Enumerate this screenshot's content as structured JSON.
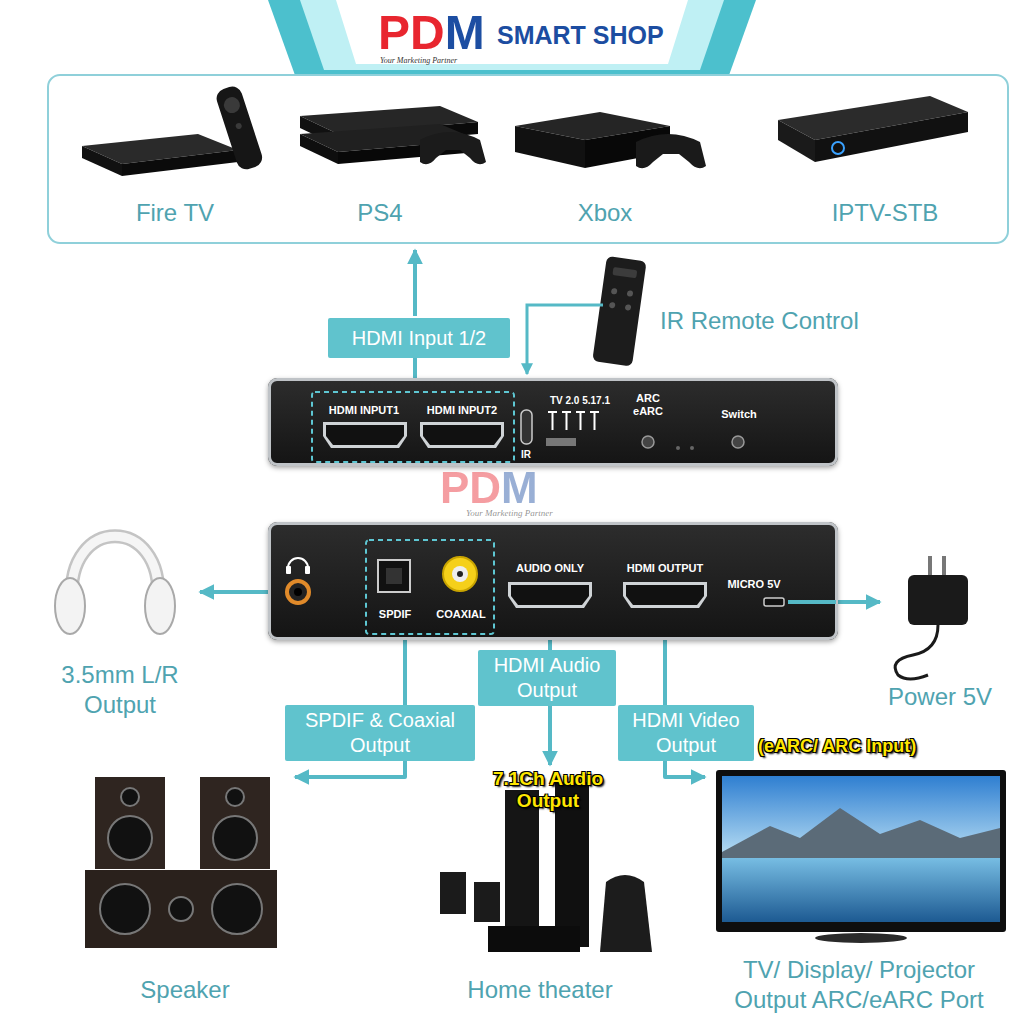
{
  "diagram": {
    "nodes": [
      {
        "text": [
          "Fire TV"
        ]
      },
      {
        "text": [
          "PS4"
        ]
      },
      {
        "text": [
          "Xbox"
        ]
      },
      {
        "text": [
          "IPTV-STB"
        ]
      },
      {
        "text": [
          "HDMI Input 1/2"
        ]
      },
      {
        "text": [
          "HDMI INPUT1",
          "HDMI INPUT2",
          "IR",
          "TV 2.0 5.17.1",
          "ARC eARC",
          "Switch"
        ]
      },
      {
        "text": [
          "SPDIF",
          "COAXIAL",
          "AUDIO ONLY",
          "HDMI OUTPUT",
          "MICRO 5V"
        ]
      },
      {
        "text": [
          "3.5mm L/R Output"
        ]
      },
      {
        "text": [
          "Power 5V"
        ]
      },
      {
        "text": [
          "HDMI Audio Output"
        ]
      },
      {
        "text": [
          "SPDIF & Coaxial Output"
        ]
      },
      {
        "text": [
          "HDMI Video Output"
        ]
      },
      {
        "text": [
          "Speaker"
        ]
      },
      {
        "text": [
          "Home theater"
        ]
      },
      {
        "text": [
          "TV/ Display/ Projector Output ARC/eARC Port"
        ]
      }
    ],
    "edges": [
      {
        "from": 5,
        "to": 4,
        "arrow": "none"
      },
      {
        "from": 6,
        "to": 7,
        "arrow": "to"
      },
      {
        "from": 6,
        "to": 8,
        "arrow": "to"
      },
      {
        "from": 6,
        "to": 10,
        "arrow": "none"
      },
      {
        "from": 10,
        "to": 12,
        "arrow": "to"
      },
      {
        "from": 6,
        "to": 9,
        "arrow": "none"
      },
      {
        "from": 9,
        "to": 13,
        "arrow": "to"
      },
      {
        "from": 6,
        "to": 11,
        "arrow": "none"
      },
      {
        "from": 11,
        "to": 14,
        "arrow": "to"
      }
    ],
    "labels": [
      "PDM",
      "SMART SHOP",
      "Your Marketing Partner",
      "IR Remote Control",
      "PDM",
      "Your Marketing Partner",
      "7.1Ch Audio Output",
      "(eARC/ ARC Input)"
    ]
  }
}
